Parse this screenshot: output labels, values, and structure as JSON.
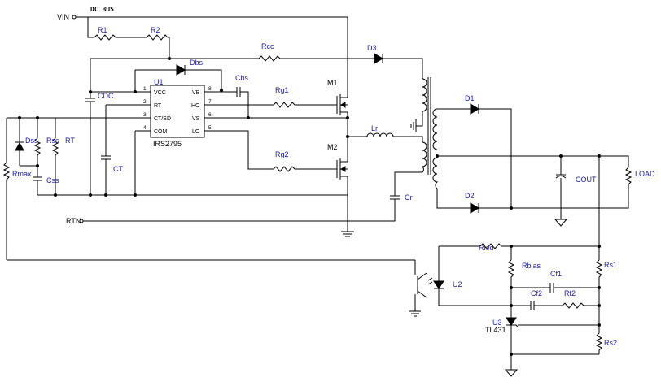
{
  "nets": {
    "dc_bus": "DC BUS",
    "vin": "VIN",
    "rtn": "RTN"
  },
  "ic": {
    "ref": "U1",
    "part": "IRS2795",
    "left_pins": [
      {
        "num": "1",
        "name": "VCC"
      },
      {
        "num": "2",
        "name": "RT"
      },
      {
        "num": "3",
        "name": "CT/SD"
      },
      {
        "num": "4",
        "name": "COM"
      }
    ],
    "right_pins": [
      {
        "num": "8",
        "name": "VB"
      },
      {
        "num": "7",
        "name": "HO"
      },
      {
        "num": "6",
        "name": "VS"
      },
      {
        "num": "5",
        "name": "LO"
      }
    ]
  },
  "parts": {
    "r1": "R1",
    "r2": "R2",
    "rcc": "Rcc",
    "dbs": "Dbs",
    "d3": "D3",
    "cbs": "Cbs",
    "cdc": "CDC",
    "rg1": "Rg1",
    "rg2": "Rg2",
    "m1": "M1",
    "m2": "M2",
    "dss": "Dss",
    "rss": "Rss",
    "rt": "RT",
    "css": "Css",
    "ct": "CT",
    "rmax": "Rmax",
    "lr": "Lr",
    "cr": "Cr",
    "d1": "D1",
    "d2": "D2",
    "cout": "COUT",
    "load": "LOAD",
    "rled": "Rled",
    "rbias": "Rbias",
    "cf1": "Cf1",
    "cf2": "Cf2",
    "rf2": "Rf2",
    "rs1": "Rs1",
    "rs2": "Rs2",
    "u2": "U2",
    "u3": "U3",
    "tl431": "TL431"
  }
}
